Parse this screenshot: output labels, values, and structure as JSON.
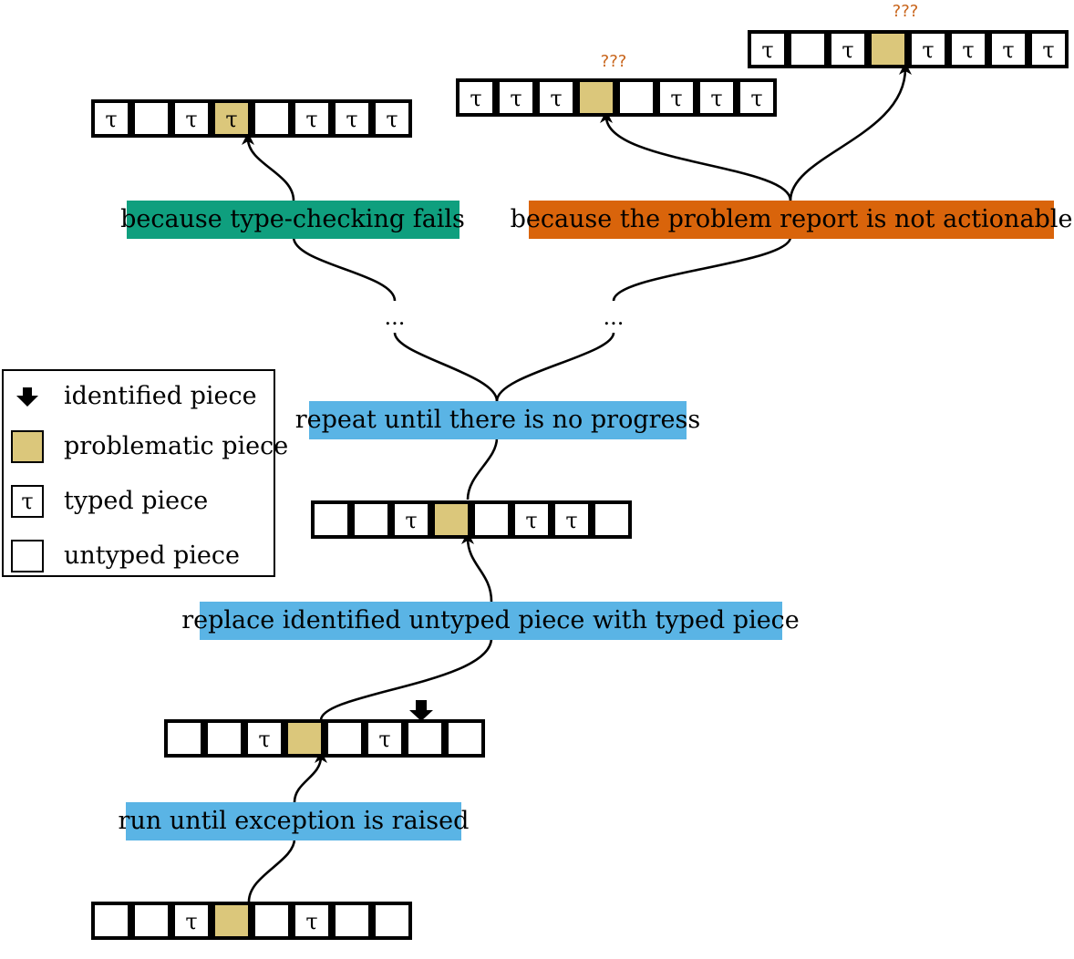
{
  "typed_symbol": "τ",
  "colors": {
    "problematic": "#dbc77b",
    "blue_label": "#5ab4e5",
    "green_label": "#0f9f7e",
    "orange_label": "#d9640b",
    "question_marks": "#c8641a"
  },
  "legend": {
    "identified": "identified piece",
    "problematic": "problematic piece",
    "typed": "typed piece",
    "untyped": "untyped piece"
  },
  "labels": {
    "run": "run until exception is raised",
    "replace": "replace identified untyped piece with typed piece",
    "repeat": "repeat until there is no progress",
    "typecheck": "because type-checking fails",
    "not_actionable": "because the problem report is not actionable"
  },
  "ellipsis": "...",
  "unknown": "???",
  "states": {
    "initial": [
      "u",
      "u",
      "t",
      "p",
      "u",
      "t",
      "u",
      "u"
    ],
    "after_run": [
      "u",
      "u",
      "t",
      "p",
      "u",
      "t",
      "u",
      "u"
    ],
    "after_replace": [
      "u",
      "u",
      "t",
      "p",
      "u",
      "t",
      "t",
      "u"
    ],
    "typecheck_fail": [
      "t",
      "u",
      "t",
      "pt",
      "u",
      "t",
      "t",
      "t"
    ],
    "not_actionable_a": [
      "t",
      "t",
      "t",
      "p",
      "u",
      "t",
      "t",
      "t"
    ],
    "not_actionable_b": [
      "t",
      "u",
      "t",
      "p",
      "t",
      "t",
      "t",
      "t"
    ]
  }
}
